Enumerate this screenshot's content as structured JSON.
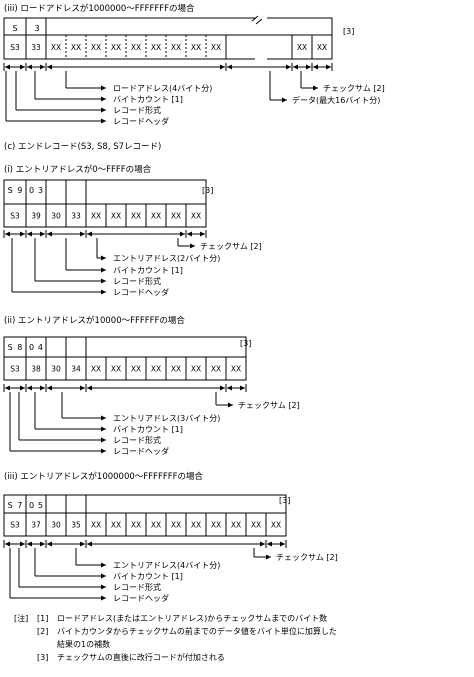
{
  "sections": [
    {
      "title": "(iii) ロードアドレスが1000000～FFFFFFFの場合",
      "top_row": [
        "S",
        "3"
      ],
      "cells": [
        "S3",
        "33",
        "XX",
        "XX",
        "XX",
        "XX",
        "XX",
        "XX",
        "XX",
        "XX",
        "XX",
        "",
        "",
        "XX",
        "XX"
      ],
      "footnote_mark": "[3]",
      "right_labels": [
        "チェックサム  [2]",
        "データ(最大16バイト分)"
      ],
      "left_labels": [
        "ロードアドレス(4バイト分)",
        "バイトカウント [1]",
        "レコード形式",
        "レコードヘッダ"
      ]
    },
    {
      "title": "(c) エンドレコード(S3, S8, S7レコード)",
      "subtitle": "(i) エントリアドレスが0～FFFFの場合",
      "top_row": [
        "S",
        "9",
        "0",
        "3"
      ],
      "cells": [
        "S3",
        "39",
        "30",
        "33",
        "XX",
        "XX",
        "XX",
        "XX",
        "XX",
        "XX"
      ],
      "footnote_mark": "[3]",
      "right_labels": [
        "チェックサム  [2]"
      ],
      "left_labels": [
        "エントリアドレス(2バイト分)",
        "バイトカウント [1]",
        "レコード形式",
        "レコードヘッダ"
      ]
    },
    {
      "title": "(ii) エントリアドレスが10000～FFFFFFの場合",
      "top_row": [
        "S",
        "8",
        "0",
        "4"
      ],
      "cells": [
        "S3",
        "38",
        "30",
        "34",
        "XX",
        "XX",
        "XX",
        "XX",
        "XX",
        "XX",
        "XX",
        "XX"
      ],
      "footnote_mark": "[3]",
      "right_labels": [
        "チェックサム  [2]"
      ],
      "left_labels": [
        "エントリアドレス(3バイト分)",
        "バイトカウント [1]",
        "レコード形式",
        "レコードヘッダ"
      ]
    },
    {
      "title": "(iii) エントリアドレスが1000000～FFFFFFFの場合",
      "top_row": [
        "S",
        "7",
        "0",
        "5"
      ],
      "cells": [
        "S3",
        "37",
        "30",
        "35",
        "XX",
        "XX",
        "XX",
        "XX",
        "XX",
        "XX",
        "XX",
        "XX",
        "XX",
        "XX"
      ],
      "footnote_mark": "[3]",
      "right_labels": [
        "チェックサム  [2]"
      ],
      "left_labels": [
        "エントリアドレス(4バイト分)",
        "バイトカウント [1]",
        "レコード形式",
        "レコードヘッダ"
      ]
    }
  ],
  "notes": {
    "heading": "[注]",
    "items": [
      {
        "num": "[1]",
        "text": "ロードアドレス(またはエントリアドレス)からチェックサムまでのバイト数"
      },
      {
        "num": "[2]",
        "text": "バイトカウンタからチェックサムの前までのデータ値をバイト単位に加算した"
      },
      {
        "num": "",
        "text": "結果の1の補数"
      },
      {
        "num": "[3]",
        "text": "チェックサムの直後に改行コードが付加される"
      }
    ]
  }
}
